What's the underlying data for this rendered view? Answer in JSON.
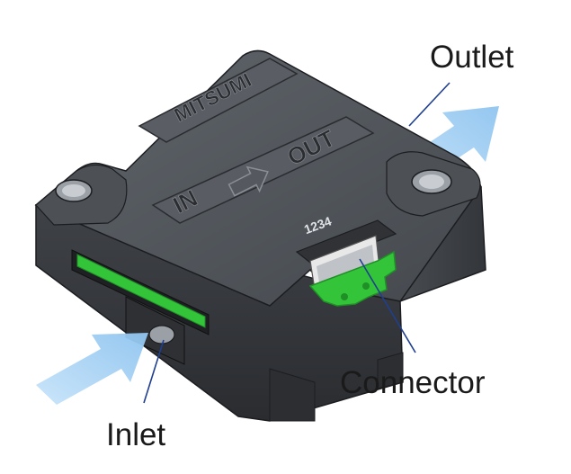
{
  "labels": {
    "outlet": "Outlet",
    "connector": "Connector",
    "inlet": "Inlet"
  },
  "embossed": {
    "brand": "MITSUMI",
    "in": "IN",
    "out": "OUT",
    "pins": "1234"
  },
  "colors": {
    "body_dark": "#3c3f44",
    "body_mid": "#55595f",
    "body_light": "#6b7076",
    "pcb_green": "#34c43a",
    "pcb_green_dark": "#1f8f26",
    "flow_arrow": "#a9d3f4",
    "leader_line": "#1f3f8f"
  },
  "icons": {
    "flow_direction": "arrow-right-icon"
  }
}
